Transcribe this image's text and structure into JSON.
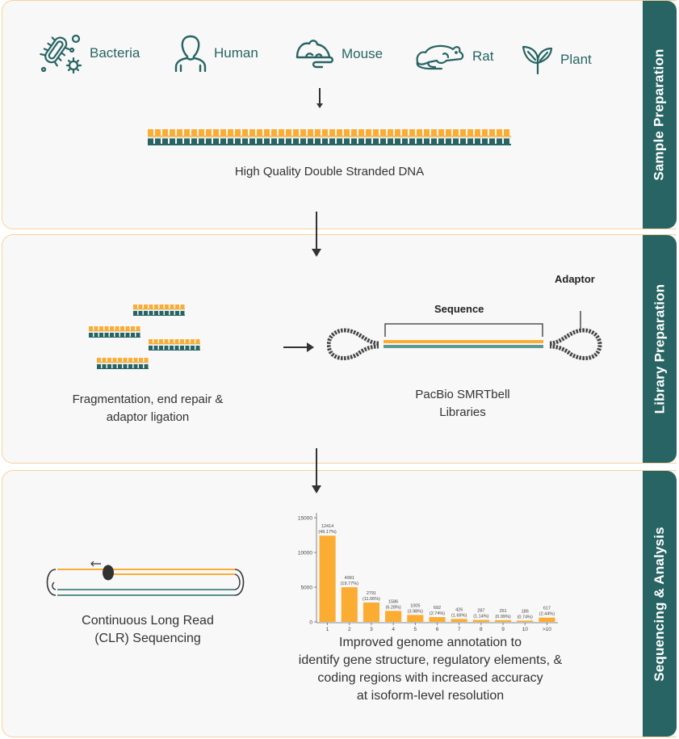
{
  "colors": {
    "teal": "#276463",
    "orange": "#fbad33",
    "border": "#f7d39b",
    "panel_bg": "#f8f8f8",
    "text": "#333333"
  },
  "sections": [
    {
      "tab_label": "Sample Preparation"
    },
    {
      "tab_label": "Library Preparation"
    },
    {
      "tab_label": "Sequencing & Analysis"
    }
  ],
  "sample_prep": {
    "organisms": [
      {
        "label": "Bacteria",
        "icon": "bacteria-icon"
      },
      {
        "label": "Human",
        "icon": "human-icon"
      },
      {
        "label": "Mouse",
        "icon": "mouse-icon"
      },
      {
        "label": "Rat",
        "icon": "rat-icon"
      },
      {
        "label": "Plant",
        "icon": "plant-icon"
      }
    ],
    "dna_caption": "High Quality Double Stranded DNA"
  },
  "library_prep": {
    "fragment_caption_line1": "Fragmentation, end repair &",
    "fragment_caption_line2": "adaptor ligation",
    "sequence_label": "Sequence",
    "adaptor_label": "Adaptor",
    "smrtbell_caption_line1": "PacBio SMRTbell",
    "smrtbell_caption_line2": "Libraries"
  },
  "sequencing": {
    "clr_caption_line1": "Continuous Long Read",
    "clr_caption_line2": "(CLR) Sequencing",
    "analysis_caption_lines": [
      "Improved genome annotation to",
      "identify gene structure, regulatory elements, &",
      "coding regions with increased accuracy",
      "at isoform-level resolution"
    ]
  },
  "chart_data": {
    "type": "bar",
    "title": "",
    "xlabel": "",
    "ylabel": "",
    "categories": [
      "1",
      "2",
      "3",
      "4",
      "5",
      "6",
      "7",
      "8",
      "9",
      "10",
      ">10"
    ],
    "values": [
      12414,
      4991,
      2791,
      1586,
      1005,
      692,
      426,
      287,
      251,
      186,
      617
    ],
    "percent_labels": [
      "(49.17%)",
      "(19.77%)",
      "(11.06%)",
      "(6.28%)",
      "(3.98%)",
      "(2.74%)",
      "(1.69%)",
      "(1.14%)",
      "(0.99%)",
      "(0.74%)",
      "(2.44%)"
    ],
    "yticks": [
      0,
      5000,
      10000,
      15000
    ],
    "ylim": [
      0,
      15000
    ],
    "grid": false,
    "bar_color": "#fbad33"
  }
}
